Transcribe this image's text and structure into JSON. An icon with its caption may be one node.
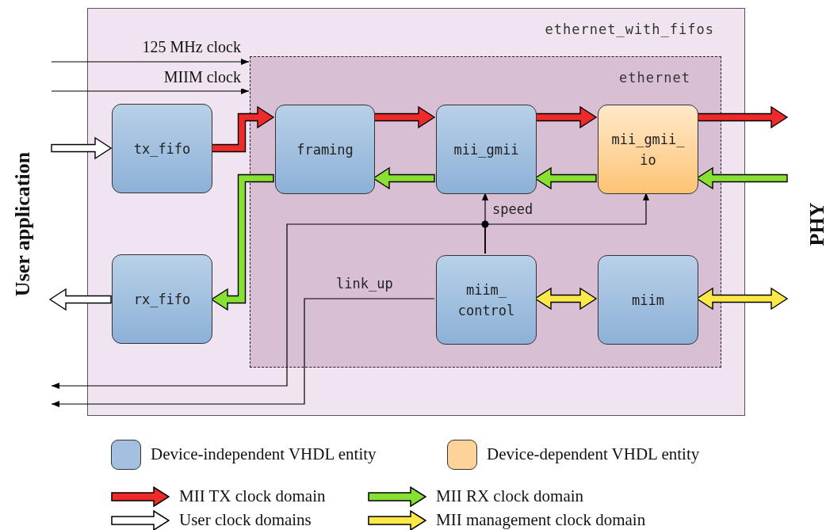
{
  "diagram": {
    "nodes": [
      {
        "text": [
          "ethernet_with_fifos"
        ]
      },
      {
        "text": [
          "ethernet"
        ],
        "in": 0
      },
      {
        "text": [
          "tx_fifo"
        ],
        "in": 0
      },
      {
        "text": [
          "rx_fifo"
        ],
        "in": 0
      },
      {
        "text": [
          "framing"
        ],
        "in": 1
      },
      {
        "text": [
          "mii_gmii"
        ],
        "in": 1
      },
      {
        "text": [
          "mii_gmii_ io"
        ],
        "in": 1
      },
      {
        "text": [
          "miim_ control"
        ],
        "in": 1
      },
      {
        "text": [
          "miim"
        ],
        "in": 1
      }
    ],
    "edges": [
      {
        "from": null,
        "to": 1,
        "arrow": "to",
        "label": "125 MHz clock"
      },
      {
        "from": null,
        "to": 1,
        "arrow": "to",
        "label": "MIIM clock"
      },
      {
        "from": null,
        "to": 2,
        "arrow": "to",
        "style": "thick",
        "color": "#ffffff"
      },
      {
        "from": 2,
        "to": 4,
        "arrow": "to",
        "style": "thick",
        "color": "#ee2a2a"
      },
      {
        "from": 4,
        "to": 5,
        "arrow": "to",
        "style": "thick",
        "color": "#ee2a2a"
      },
      {
        "from": 5,
        "to": 6,
        "arrow": "to",
        "style": "thick",
        "color": "#ee2a2a"
      },
      {
        "from": 6,
        "to": null,
        "arrow": "to",
        "style": "thick",
        "color": "#ee2a2a"
      },
      {
        "from": null,
        "to": 6,
        "arrow": "to",
        "style": "thick",
        "color": "#88e033"
      },
      {
        "from": 6,
        "to": 5,
        "arrow": "to",
        "style": "thick",
        "color": "#88e033"
      },
      {
        "from": 5,
        "to": 4,
        "arrow": "to",
        "style": "thick",
        "color": "#88e033"
      },
      {
        "from": 4,
        "to": 3,
        "arrow": "to",
        "style": "thick",
        "color": "#88e033"
      },
      {
        "from": 3,
        "to": null,
        "arrow": "to",
        "style": "thick",
        "color": "#ffffff"
      },
      {
        "from": 7,
        "to": 5,
        "arrow": "to",
        "label": "speed"
      },
      {
        "from": 7,
        "to": 6,
        "arrow": "to"
      },
      {
        "from": 7,
        "to": null,
        "arrow": "to"
      },
      {
        "from": 7,
        "to": null,
        "arrow": "to",
        "label": "link_up"
      },
      {
        "from": 7,
        "to": 8,
        "arrow": "both",
        "style": "thick",
        "color": "#fde84a"
      },
      {
        "from": 8,
        "to": null,
        "arrow": "both",
        "style": "thick",
        "color": "#fde84a"
      }
    ],
    "labels": [
      "User application",
      "PHY"
    ],
    "legend": [
      {
        "text": "Device-independent VHDL entity",
        "color": "#a3c0e0"
      },
      {
        "text": "Device-dependent VHDL entity",
        "color": "#fed39a"
      },
      {
        "text": "MII TX clock domain",
        "color": "#ee2a2a"
      },
      {
        "text": "MII RX clock domain",
        "color": "#88e033"
      },
      {
        "text": "User clock domains",
        "color": "#ffffff"
      },
      {
        "text": "MII management clock domain",
        "color": "#fde84a"
      }
    ]
  }
}
